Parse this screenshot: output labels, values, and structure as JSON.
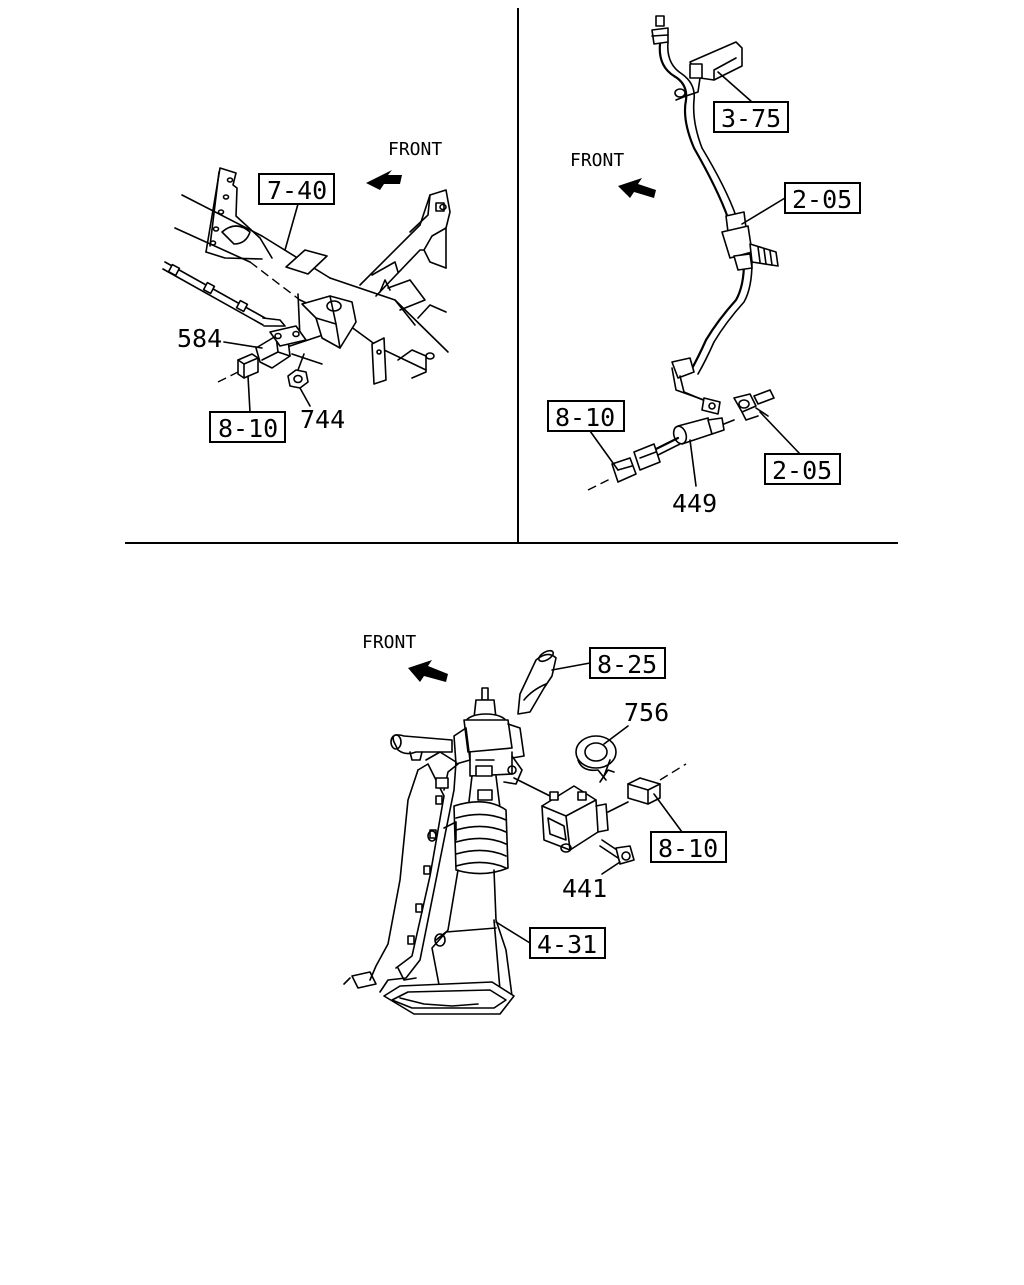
{
  "panels": {
    "top_left": {
      "front_label": "FRONT",
      "callouts": {
        "ref_frame": "7-40",
        "part_584": "584",
        "ref_connector": "8-10",
        "part_744": "744"
      }
    },
    "top_right": {
      "front_label": "FRONT",
      "callouts": {
        "ref_bracket": "3-75",
        "ref_pipe_upper": "2-05",
        "ref_connector": "8-10",
        "ref_pipe_lower": "2-05",
        "part_449": "449"
      }
    },
    "bottom": {
      "front_label": "FRONT",
      "callouts": {
        "ref_switch": "8-25",
        "part_756": "756",
        "ref_connector": "8-10",
        "part_441": "441",
        "ref_column": "4-31"
      }
    }
  }
}
